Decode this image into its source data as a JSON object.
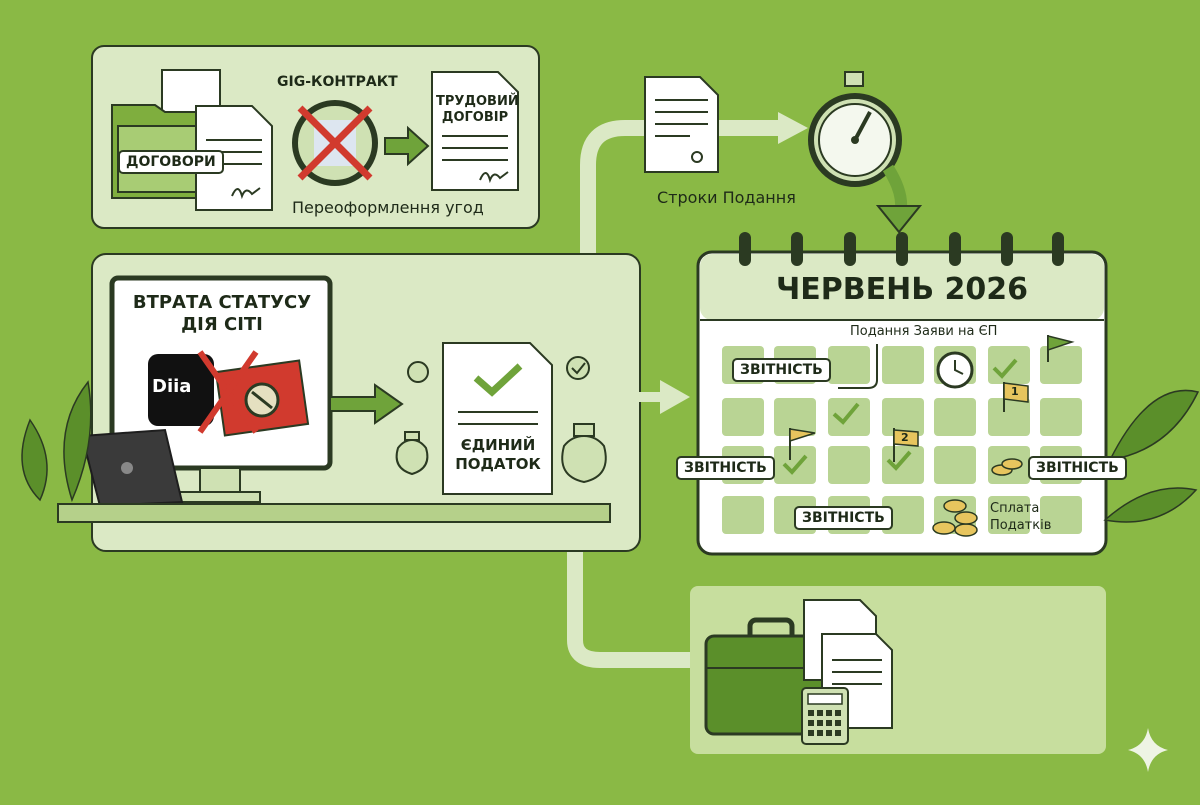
{
  "top_panel": {
    "folder_label": "ДОГОВОРИ",
    "gig_label": "GIG-КОНТРАКТ",
    "labor_doc_title": "ТРУДОВИЙ ДОГОВІР",
    "caption": "Переоформлення угод"
  },
  "deadline": {
    "caption": "Строки Подання"
  },
  "left_panel": {
    "status_title": "ВТРАТА СТАТУСУ ДІЯ СІТІ",
    "diia_logo": "Diia",
    "tax_doc_title": "ЄДИНИЙ ПОДАТОК"
  },
  "calendar": {
    "title": "ЧЕРВЕНЬ 2026",
    "application_label": "Подання Заяви на ЄП",
    "report_label_1": "ЗВІТНІСТЬ",
    "report_label_2": "ЗВІТНІСТЬ",
    "report_label_3": "ЗВІТНІСТЬ",
    "report_label_4": "ЗВІТНІСТЬ",
    "flag_1": "1",
    "flag_2": "2",
    "tax_payment_label": "Сплата Податків"
  },
  "colors": {
    "background": "#8ab945",
    "panel": "#dbe9c5",
    "accent_green": "#6fa33a",
    "cross_red": "#d13a2e",
    "outline": "#2b3a22"
  }
}
